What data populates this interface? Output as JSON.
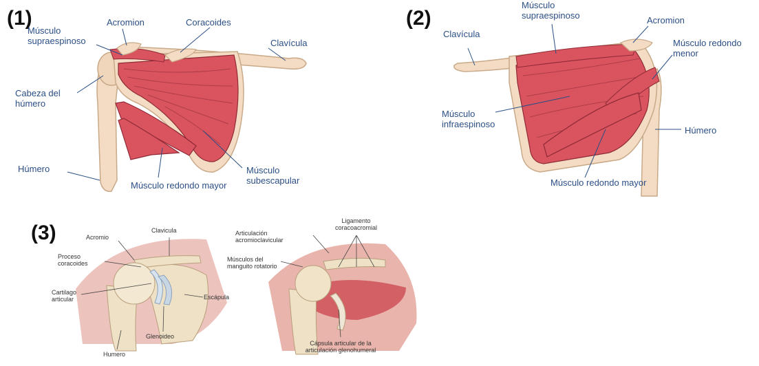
{
  "panels": [
    {
      "number": "(1)",
      "labels": {
        "acromion": "Acromion",
        "coracoides": "Coracoides",
        "clavicula": "Clavícula",
        "supraespinoso": "Músculo supraespinoso",
        "cabeza_humero": "Cabeza del húmero",
        "humero": "Húmero",
        "redondo_mayor": "Músculo redondo mayor",
        "subescapular": "Músculo subescapular"
      }
    },
    {
      "number": "(2)",
      "labels": {
        "clavicula": "Clavícula",
        "supraespinoso": "Músculo supraespinoso",
        "acromion": "Acromion",
        "redondo_menor": "Músculo redondo menor",
        "infraespinoso": "Músculo infraespinoso",
        "humero": "Húmero",
        "redondo_mayor": "Músculo redondo mayor"
      }
    },
    {
      "number": "(3)",
      "labels": {
        "acromio": "Acromio",
        "clavicula": "Clavicula",
        "proceso_coracoides": "Proceso coracoides",
        "cartilago": "Cartilago articular",
        "escapula": "Escápula",
        "glenoideo": "Glenoideo",
        "humero": "Humero",
        "art_acromioclavicular": "Articulación acromioclavicular",
        "ligamento": "Ligamento coracoacromial",
        "manguito": "Músculos del manguito rotatorio",
        "capsula": "Cápsula articular de la articulación glenohumeral"
      }
    }
  ]
}
